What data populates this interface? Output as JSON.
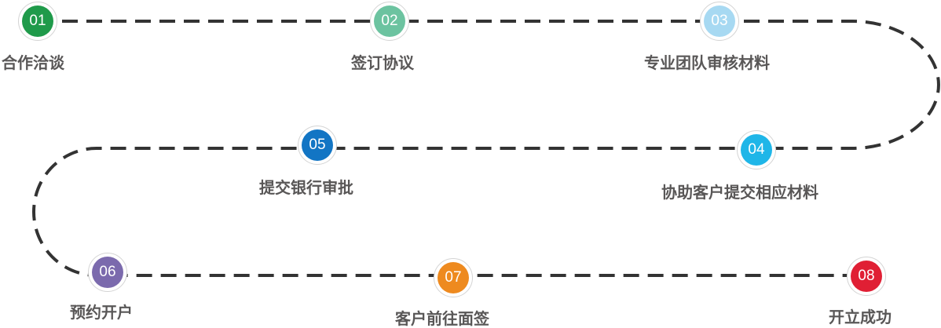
{
  "steps": [
    {
      "number": "01",
      "label": "合作洽谈",
      "color": "#1f9a4a"
    },
    {
      "number": "02",
      "label": "签订协议",
      "color": "#6cc3a0"
    },
    {
      "number": "03",
      "label": "专业团队审核材料",
      "color": "#a7d9f2"
    },
    {
      "number": "04",
      "label": "协助客户提交相应材料",
      "color": "#1fb6e8"
    },
    {
      "number": "05",
      "label": "提交银行审批",
      "color": "#1275c4"
    },
    {
      "number": "06",
      "label": "预约开户",
      "color": "#7b6aad"
    },
    {
      "number": "07",
      "label": "客户前往面签",
      "color": "#ee8a1f"
    },
    {
      "number": "08",
      "label": "开立成功",
      "color": "#e01f34"
    }
  ],
  "path_color": "#333333"
}
